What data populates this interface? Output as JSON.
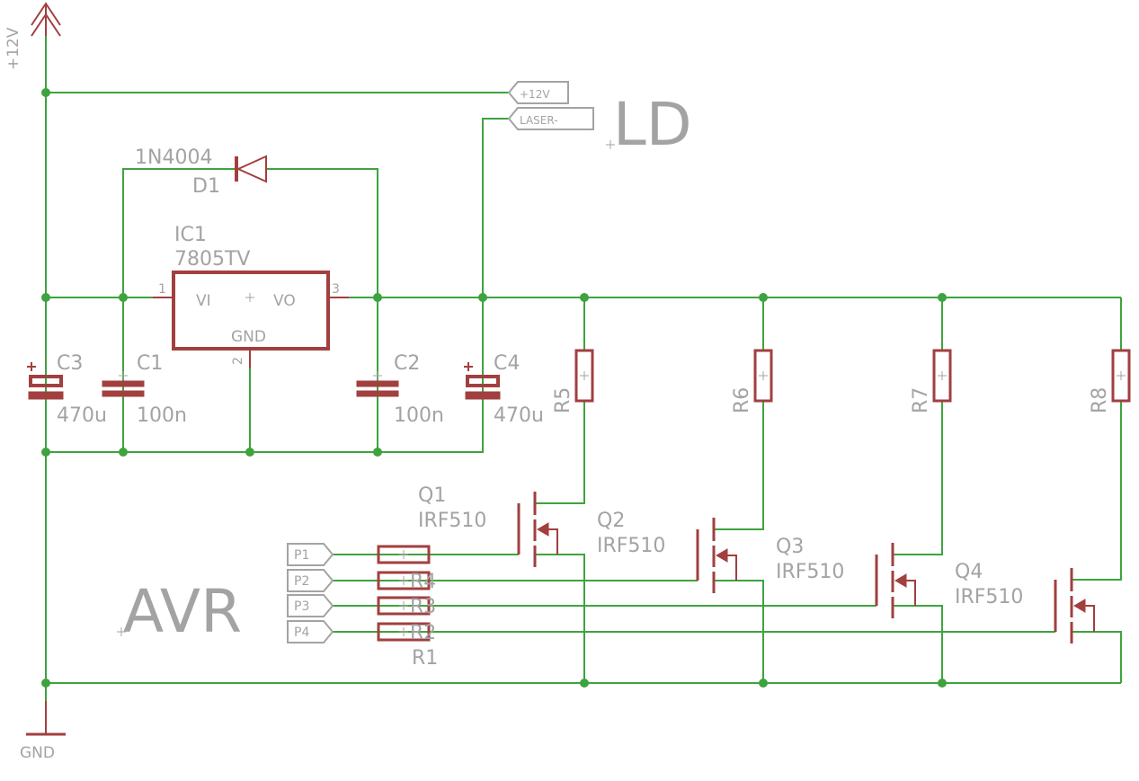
{
  "supply": {
    "vcc_label": "+12V",
    "gnd_label": "GND"
  },
  "laser_connector": {
    "name": "LD",
    "pins": [
      "+12V",
      "LASER-"
    ]
  },
  "avr_connector": {
    "name": "AVR",
    "pins": [
      "P1",
      "P2",
      "P3",
      "P4"
    ]
  },
  "diode": {
    "name": "D1",
    "value": "1N4004"
  },
  "regulator": {
    "name": "IC1",
    "value": "7805TV",
    "pin_vi": "VI",
    "pin_vo": "VO",
    "pin_gnd": "GND",
    "pin1": "1",
    "pin2": "2",
    "pin3": "3"
  },
  "capacitors": [
    {
      "name": "C3",
      "value": "470u"
    },
    {
      "name": "C1",
      "value": "100n"
    },
    {
      "name": "C2",
      "value": "100n"
    },
    {
      "name": "C4",
      "value": "470u"
    }
  ],
  "drain_resistors": [
    "R5",
    "R6",
    "R7",
    "R8"
  ],
  "gate_resistors": [
    "R4",
    "R3",
    "R2",
    "R1"
  ],
  "mosfets": [
    {
      "name": "Q1",
      "value": "IRF510"
    },
    {
      "name": "Q2",
      "value": "IRF510"
    },
    {
      "name": "Q3",
      "value": "IRF510"
    },
    {
      "name": "Q4",
      "value": "IRF510"
    }
  ],
  "colors": {
    "wire": "#3ea33e",
    "component": "#a23f3f",
    "text": "#a3a3a3",
    "background": "#ffffff"
  }
}
